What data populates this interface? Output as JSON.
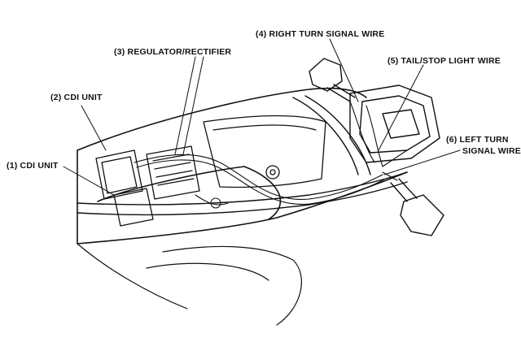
{
  "labels": {
    "cdi_unit_1": "(1) CDI UNIT",
    "cdi_unit_2": "(2) CDI UNIT",
    "regulator_rectifier": "(3) REGULATOR/RECTIFIER",
    "right_turn_signal_wire": "(4) RIGHT TURN SIGNAL WIRE",
    "tail_stop_light_wire": "(5) TAIL/STOP LIGHT WIRE",
    "left_turn_signal_wire_line1": "(6) LEFT TURN",
    "left_turn_signal_wire_line2": "SIGNAL WIRE"
  },
  "colors": {
    "ink": "#111111",
    "paper": "#ffffff"
  }
}
